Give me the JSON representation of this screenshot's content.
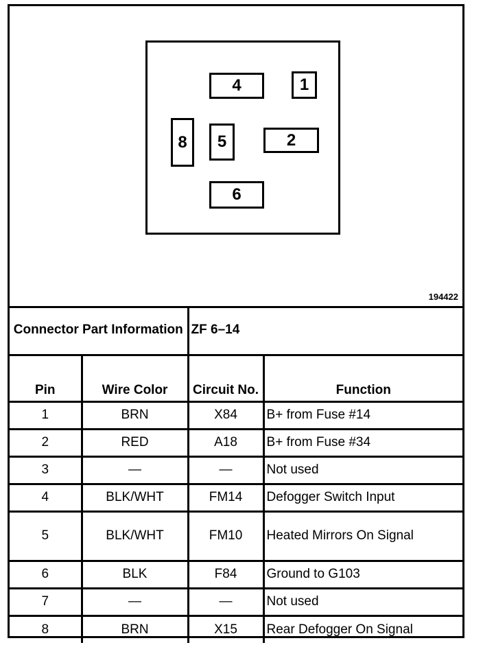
{
  "diagram": {
    "figure_id": "194422",
    "cavities": [
      "4",
      "1",
      "8",
      "5",
      "2",
      "6"
    ]
  },
  "part_info": {
    "label": "Connector Part Information",
    "value": "ZF 6–14"
  },
  "table": {
    "headers": {
      "pin": "Pin",
      "wire_color": "Wire Color",
      "circuit_no": "Circuit No.",
      "function": "Function"
    },
    "rows": [
      {
        "pin": "1",
        "wire": "BRN",
        "circuit": "X84",
        "function": "B+ from Fuse #14"
      },
      {
        "pin": "2",
        "wire": "RED",
        "circuit": "A18",
        "function": "B+ from Fuse #34"
      },
      {
        "pin": "3",
        "wire": "—",
        "circuit": "—",
        "function": "Not used"
      },
      {
        "pin": "4",
        "wire": "BLK/WHT",
        "circuit": "FM14",
        "function": "Defogger Switch Input"
      },
      {
        "pin": "5",
        "wire": "BLK/WHT",
        "circuit": "FM10",
        "function": "Heated Mirrors On Signal"
      },
      {
        "pin": "6",
        "wire": "BLK",
        "circuit": "F84",
        "function": "Ground to G103"
      },
      {
        "pin": "7",
        "wire": "—",
        "circuit": "—",
        "function": "Not used"
      },
      {
        "pin": "8",
        "wire": "BRN",
        "circuit": "X15",
        "function": "Rear Defogger On Signal"
      }
    ]
  }
}
